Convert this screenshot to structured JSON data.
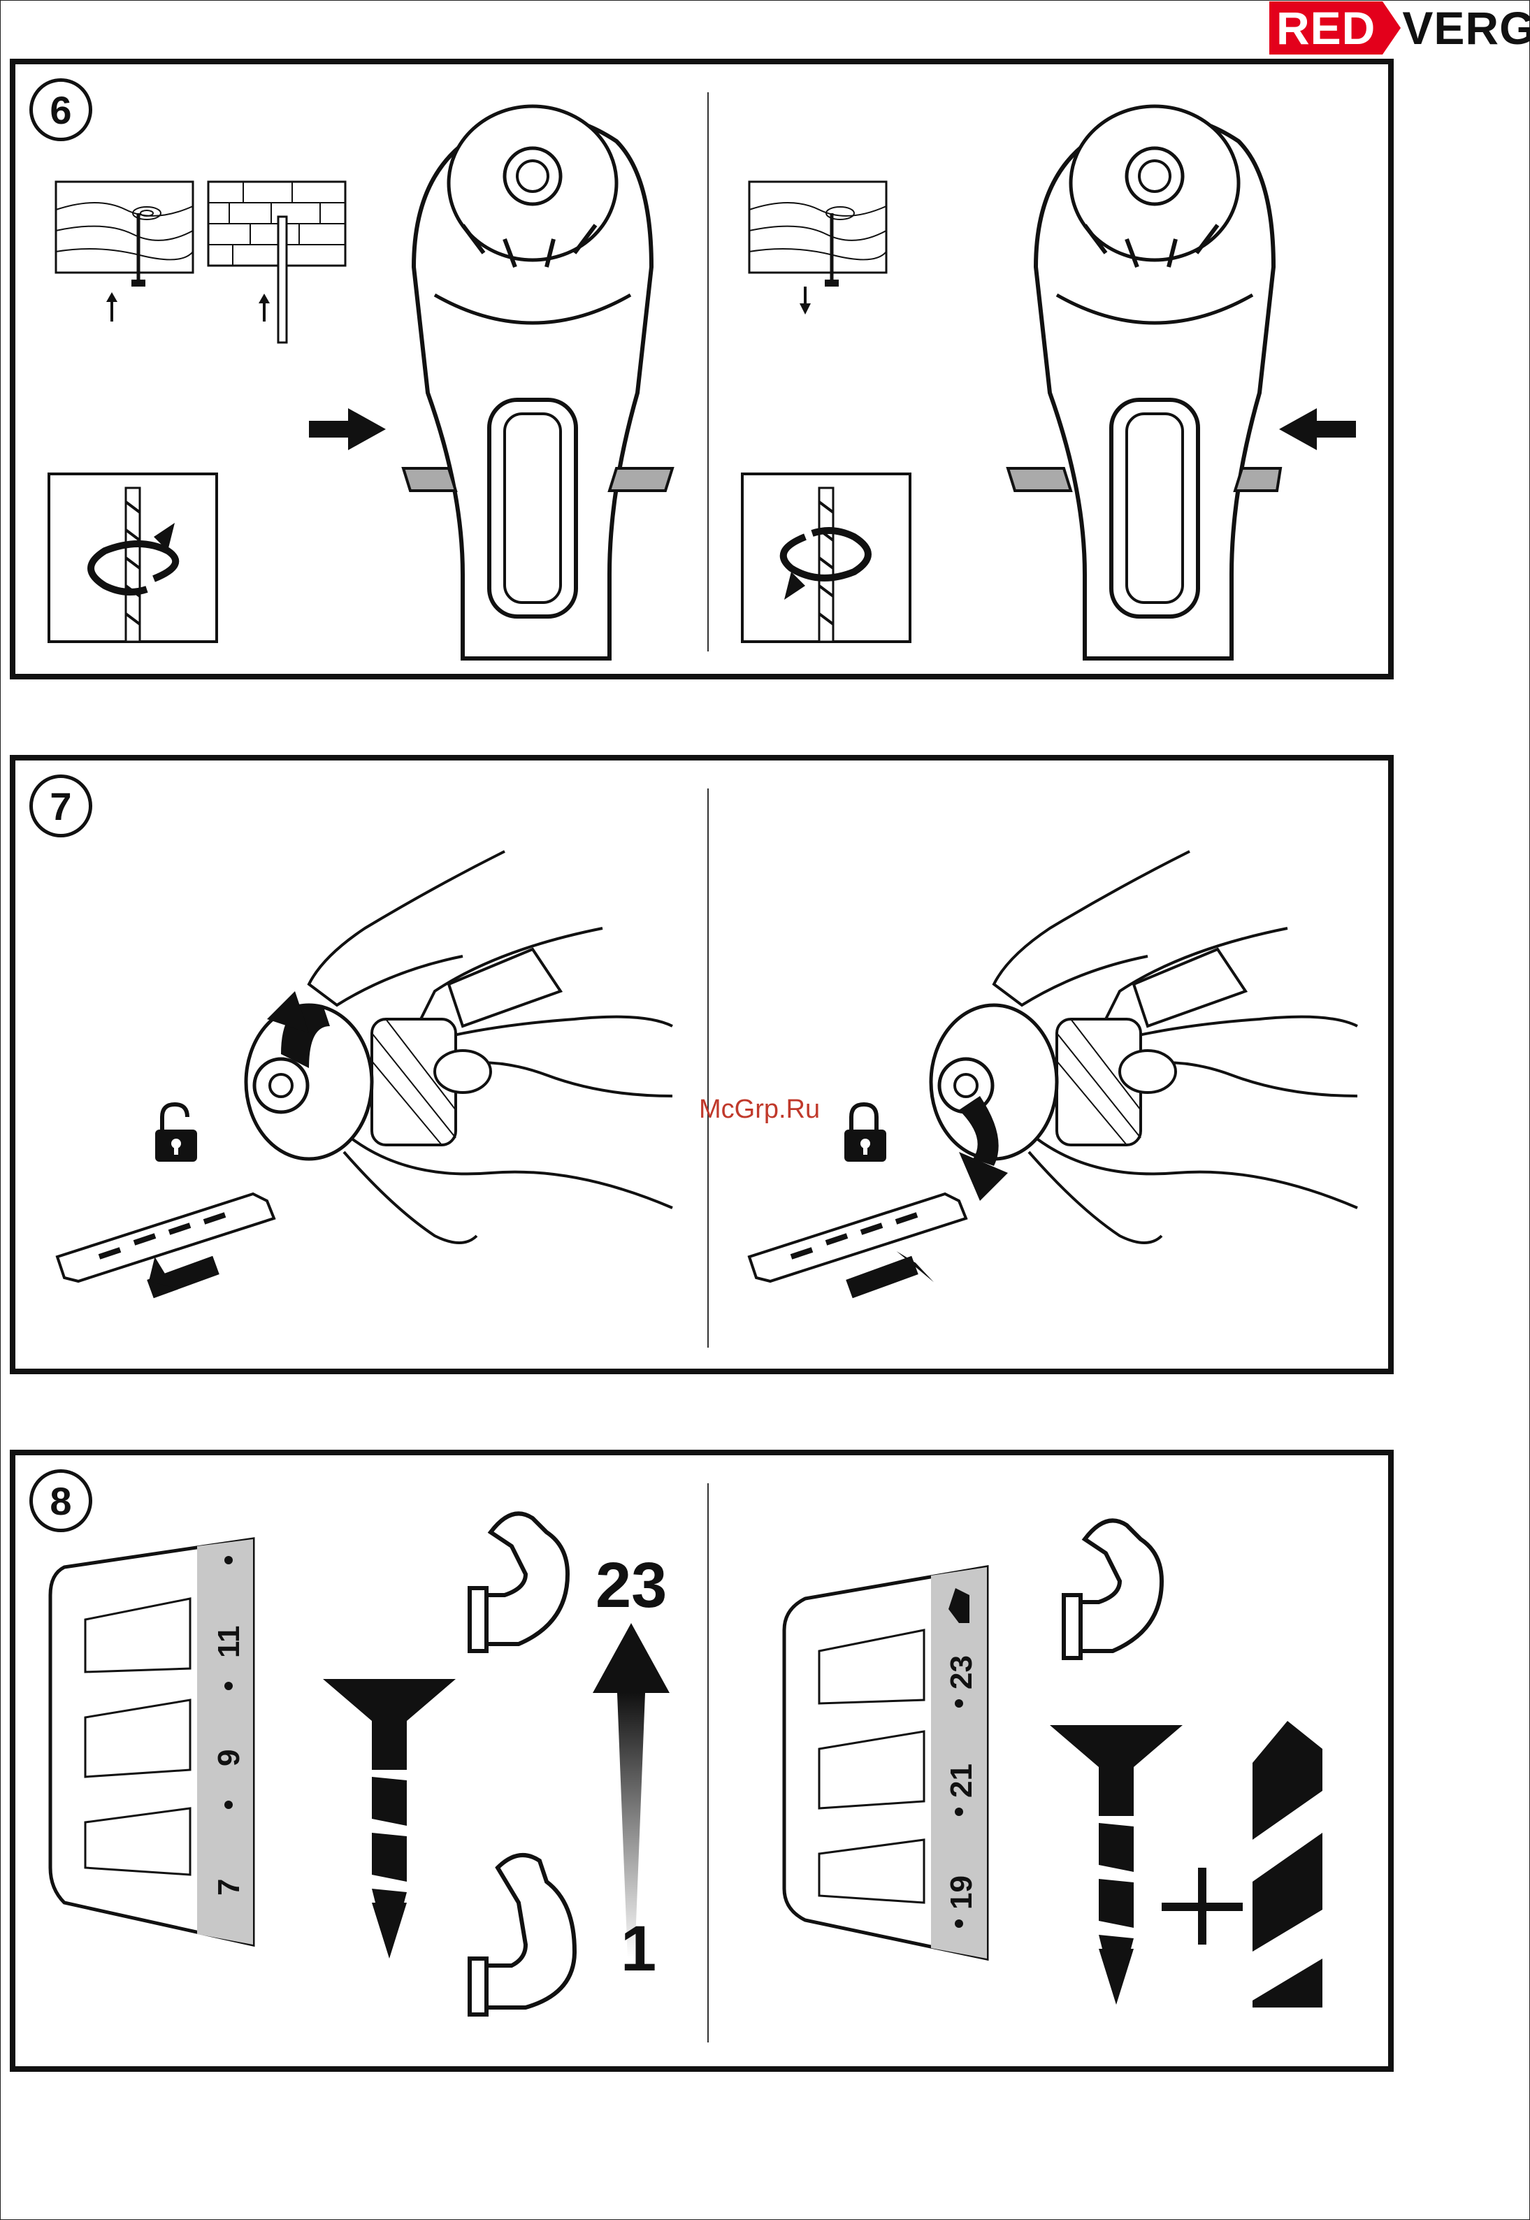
{
  "brand": {
    "part1": "RED",
    "part2": "VERG",
    "colors": {
      "red": "#e3001b",
      "dark": "#111111"
    }
  },
  "watermark": "McGrp.Ru",
  "steps": [
    {
      "number": "6"
    },
    {
      "number": "7"
    },
    {
      "number": "8"
    }
  ],
  "step8": {
    "left_scale": [
      "7",
      "9",
      "11"
    ],
    "torque_max": "23",
    "torque_min": "1",
    "right_scale": [
      "19",
      "21",
      "23"
    ]
  }
}
